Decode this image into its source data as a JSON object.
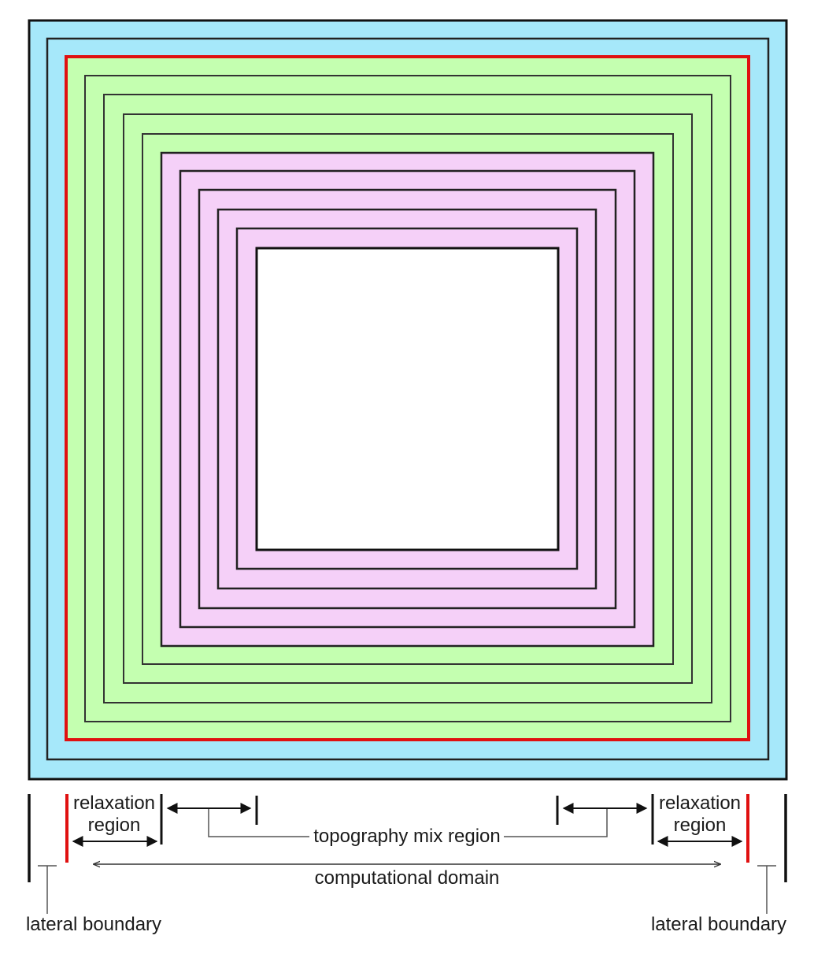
{
  "labels": {
    "relaxation_left_1": "relaxation",
    "relaxation_left_2": "region",
    "relaxation_right_1": "relaxation",
    "relaxation_right_2": "region",
    "topography_mix": "topography mix region",
    "computational_domain": "computational domain",
    "lateral_left": "lateral boundary",
    "lateral_right": "lateral boundary"
  },
  "colors": {
    "lateral_zone": "#a6e8fa",
    "relaxation_zone": "#c4ffb0",
    "topography_mix_zone": "#f5d0f8",
    "interior": "#ffffff",
    "domain_boundary": "#e01010",
    "grid_line": "#222222"
  }
}
